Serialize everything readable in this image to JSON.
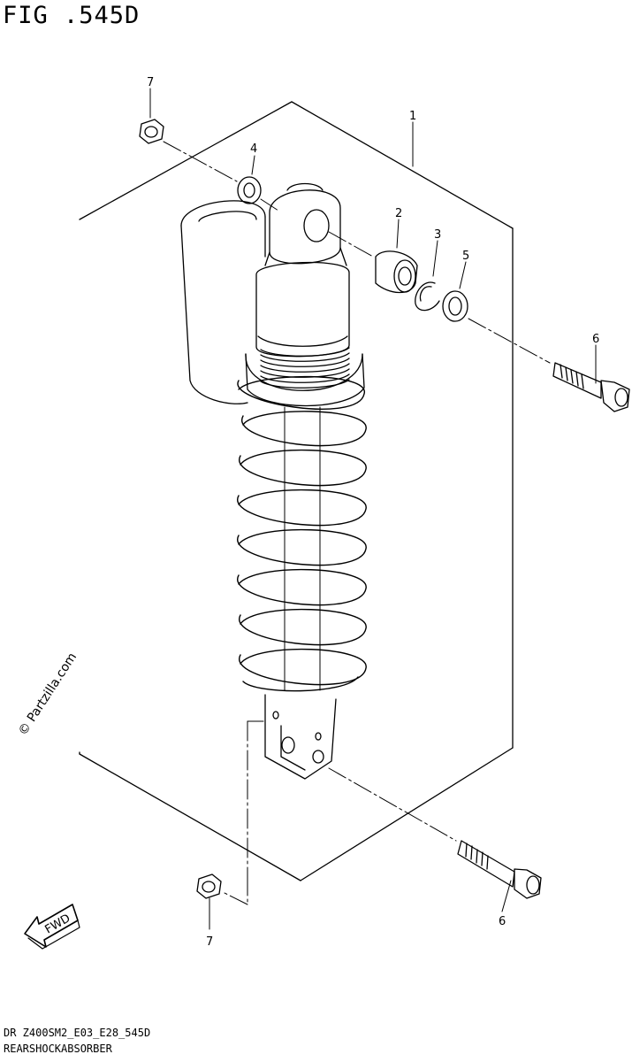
{
  "figure": {
    "title": "FIG .545D",
    "footer_code": "DR Z400SM2_E03_E28_545D",
    "footer_name": "REARSHOCKABSORBER"
  },
  "watermark": "© Partzilla.com",
  "fwd_label": "FWD",
  "callouts": {
    "c1": "1",
    "c2": "2",
    "c3": "3",
    "c4": "4",
    "c5": "5",
    "c6_top": "6",
    "c6_bottom": "6",
    "c7_top": "7",
    "c7_bottom": "7"
  }
}
